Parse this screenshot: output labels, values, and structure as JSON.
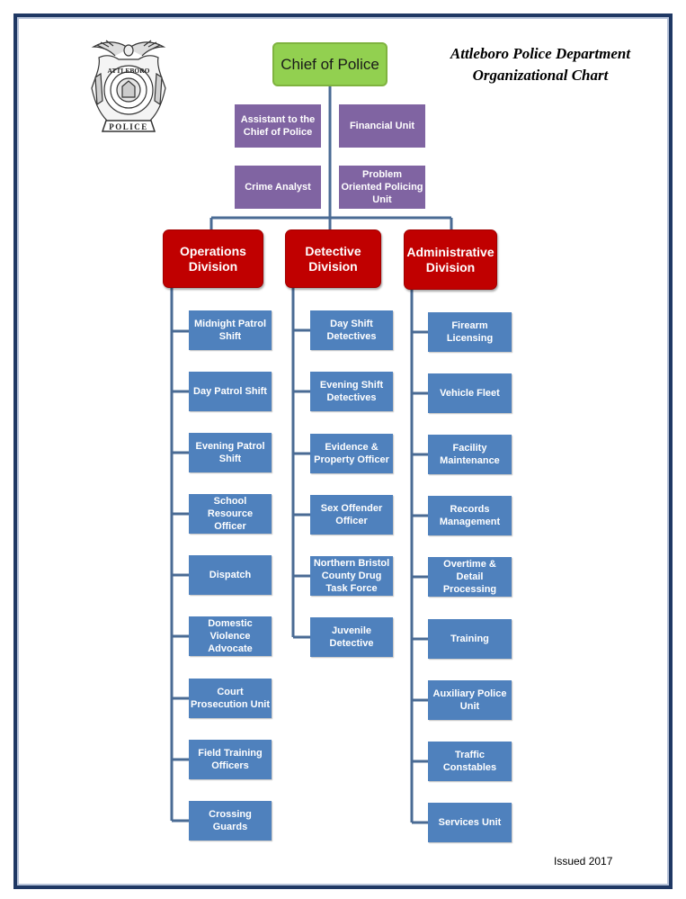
{
  "title": {
    "line1": "Attleboro Police Department",
    "line2": "Organizational Chart"
  },
  "chief": "Chief of Police",
  "staff": {
    "assistant": "Assistant to the Chief of Police",
    "financial": "Financial Unit",
    "crime_analyst": "Crime Analyst",
    "problem_oriented": "Problem Oriented Policing Unit"
  },
  "divisions": {
    "operations": {
      "label": "Operations Division",
      "units": [
        "Midnight Patrol Shift",
        "Day Patrol Shift",
        "Evening Patrol Shift",
        "School Resource Officer",
        "Dispatch",
        "Domestic Violence Advocate",
        "Court Prosecution Unit",
        "Field Training Officers",
        "Crossing Guards"
      ]
    },
    "detective": {
      "label": "Detective Division",
      "units": [
        "Day Shift Detectives",
        "Evening Shift Detectives",
        "Evidence & Property Officer",
        "Sex Offender Officer",
        "Northern Bristol County Drug Task Force",
        "Juvenile Detective"
      ]
    },
    "administrative": {
      "label": "Administrative Division",
      "units": [
        "Firearm Licensing",
        "Vehicle Fleet",
        "Facility Maintenance",
        "Records Management",
        "Overtime & Detail Processing",
        "Training",
        "Auxiliary Police Unit",
        "Traffic Constables",
        "Services Unit"
      ]
    }
  },
  "logo": {
    "top_text": "ATTLEBORO",
    "bottom_text": "POLICE"
  },
  "issued": "Issued 2017",
  "colors": {
    "chief": "#92d050",
    "staff": "#8064a2",
    "division": "#c00000",
    "unit": "#4f81bd",
    "connector": "#4a6b94",
    "frame": "#1f3864"
  }
}
